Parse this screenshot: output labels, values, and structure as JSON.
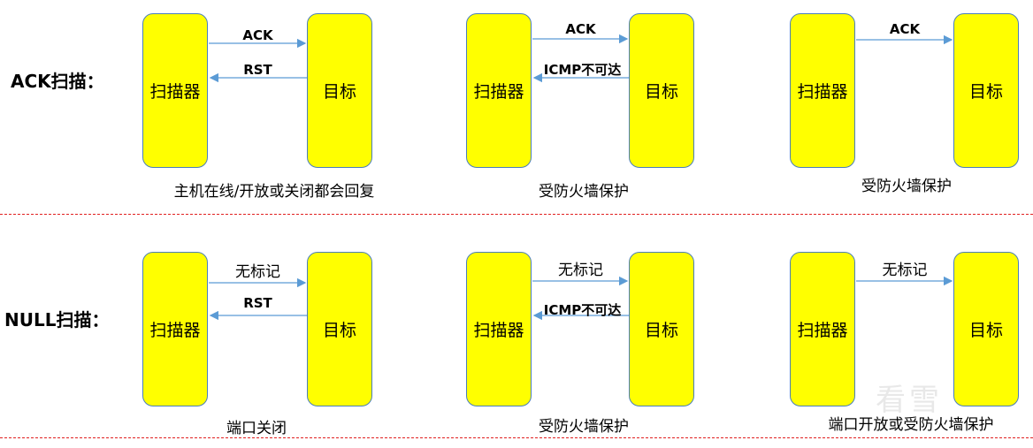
{
  "rows": [
    {
      "label": "ACK扫描：",
      "panels": [
        {
          "scanner": "扫描器",
          "target": "目标",
          "forward": "ACK",
          "back": "RST",
          "caption": "主机在线/开放或关闭都会回复"
        },
        {
          "scanner": "扫描器",
          "target": "目标",
          "forward": "ACK",
          "back": "ICMP不可达",
          "caption": "受防火墙保护"
        },
        {
          "scanner": "扫描器",
          "target": "目标",
          "forward": "ACK",
          "back": null,
          "caption": "受防火墙保护"
        }
      ]
    },
    {
      "label": "NULL扫描：",
      "panels": [
        {
          "scanner": "扫描器",
          "target": "目标",
          "forward": "无标记",
          "back": "RST",
          "caption": "端口关闭"
        },
        {
          "scanner": "扫描器",
          "target": "目标",
          "forward": "无标记",
          "back": "ICMP不可达",
          "caption": "受防火墙保护"
        },
        {
          "scanner": "扫描器",
          "target": "目标",
          "forward": "无标记",
          "back": null,
          "caption": "端口开放或受防火墙保护"
        }
      ]
    }
  ],
  "watermark": "看雪",
  "colors": {
    "box_fill": "#ffff00",
    "box_border": "#4a7ebb",
    "arrow": "#5b9bd5",
    "divider": "#e02020"
  }
}
